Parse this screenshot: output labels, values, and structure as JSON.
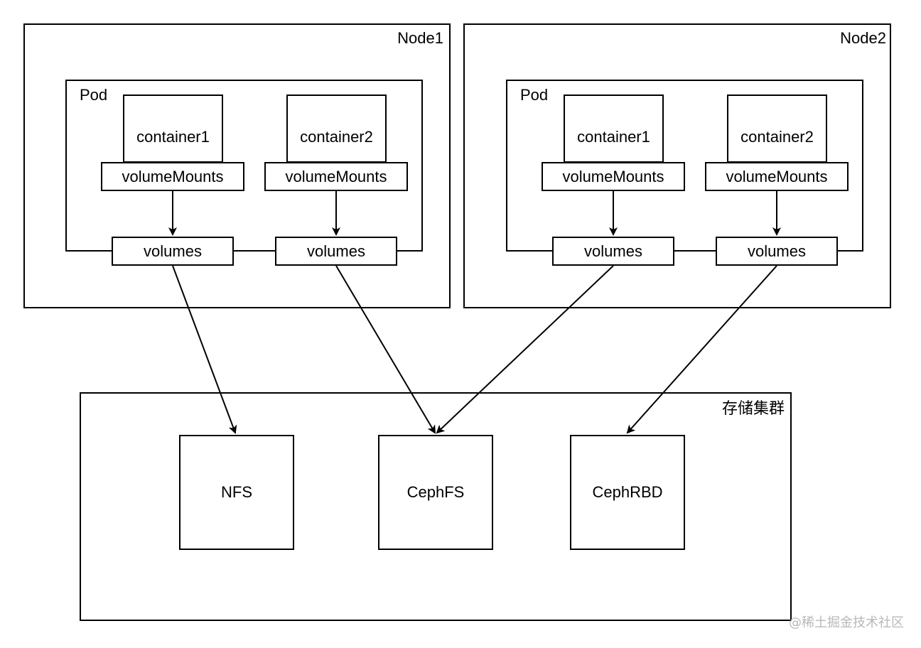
{
  "nodes": [
    {
      "title": "Node1",
      "pod": {
        "title": "Pod",
        "containers": [
          {
            "name": "container1",
            "mount": "volumeMounts",
            "volume": "volumes"
          },
          {
            "name": "container2",
            "mount": "volumeMounts",
            "volume": "volumes"
          }
        ]
      }
    },
    {
      "title": "Node2",
      "pod": {
        "title": "Pod",
        "containers": [
          {
            "name": "container1",
            "mount": "volumeMounts",
            "volume": "volumes"
          },
          {
            "name": "container2",
            "mount": "volumeMounts",
            "volume": "volumes"
          }
        ]
      }
    }
  ],
  "storage": {
    "title": "存储集群",
    "backends": [
      "NFS",
      "CephFS",
      "CephRBD"
    ]
  },
  "watermark": "@稀土掘金技术社区"
}
